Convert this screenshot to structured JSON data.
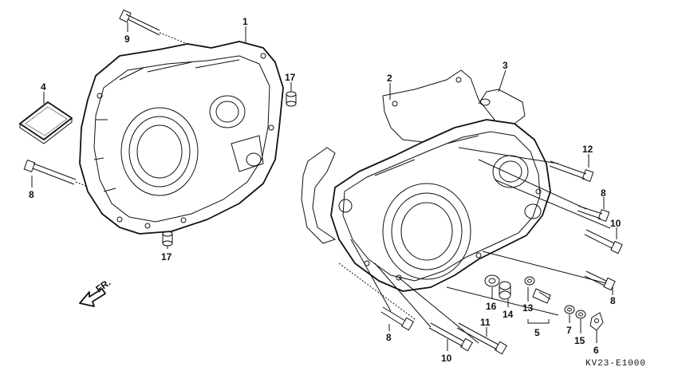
{
  "diagram": {
    "parts": [
      {
        "id": "p1",
        "label": "1"
      },
      {
        "id": "p2",
        "label": "2"
      },
      {
        "id": "p3",
        "label": "3"
      },
      {
        "id": "p4",
        "label": "4"
      },
      {
        "id": "p5",
        "label": "5"
      },
      {
        "id": "p6",
        "label": "6"
      },
      {
        "id": "p7",
        "label": "7"
      },
      {
        "id": "p8a",
        "label": "8"
      },
      {
        "id": "p8b",
        "label": "8"
      },
      {
        "id": "p8c",
        "label": "8"
      },
      {
        "id": "p8d",
        "label": "8"
      },
      {
        "id": "p9",
        "label": "9"
      },
      {
        "id": "p10a",
        "label": "10"
      },
      {
        "id": "p10b",
        "label": "10"
      },
      {
        "id": "p11",
        "label": "11"
      },
      {
        "id": "p12",
        "label": "12"
      },
      {
        "id": "p13",
        "label": "13"
      },
      {
        "id": "p14",
        "label": "14"
      },
      {
        "id": "p15",
        "label": "15"
      },
      {
        "id": "p16",
        "label": "16"
      },
      {
        "id": "p17a",
        "label": "17"
      },
      {
        "id": "p17b",
        "label": "17"
      }
    ],
    "front_indicator": "FR.",
    "drawing_code": "KV23-E1000"
  }
}
